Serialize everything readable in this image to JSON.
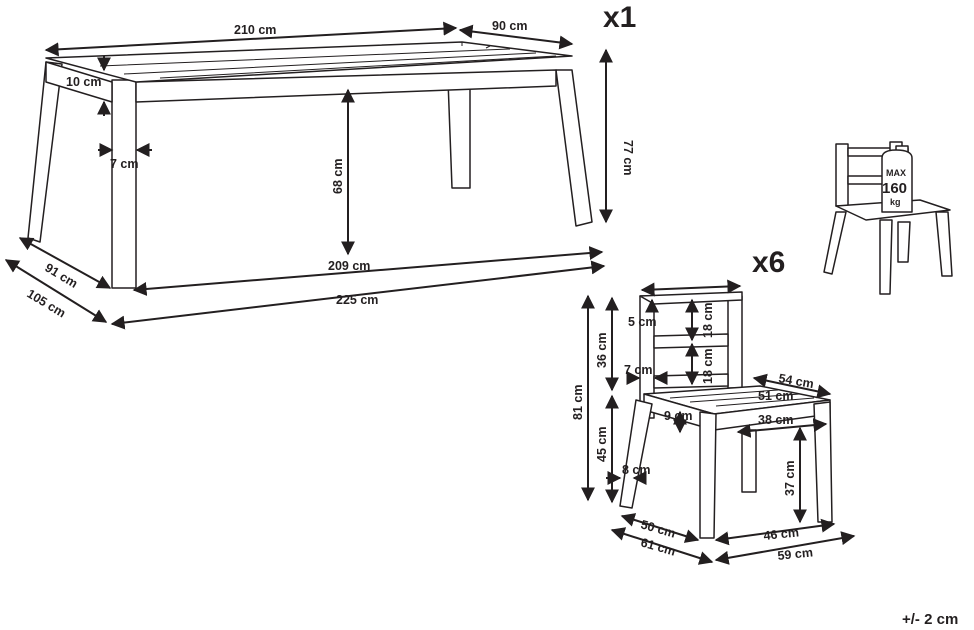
{
  "table": {
    "quantity": "x1",
    "dims": {
      "length_top": "210 cm",
      "width_top": "90 cm",
      "apron": "10 cm",
      "leg": "7 cm",
      "clearance": "68 cm",
      "height": "77 cm",
      "depth_inner": "91 cm",
      "depth_outer": "105 cm",
      "length_inner": "209 cm",
      "length_outer": "225 cm"
    }
  },
  "chair": {
    "quantity": "x6",
    "max_load": {
      "line1": "MAX",
      "line2": "160",
      "line3": "kg"
    },
    "dims": {
      "back_top": "5 cm",
      "back_slat_upper": "18 cm",
      "back_slat_lower": "18 cm",
      "back_height": "36 cm",
      "total_height": "81 cm",
      "back_leg": "7 cm",
      "seat_depth_outer": "54 cm",
      "seat_depth_inner": "51 cm",
      "apron": "9 cm",
      "seat_width_inner": "38 cm",
      "seat_height": "45 cm",
      "leg": "8 cm",
      "under_seat": "37 cm",
      "width_inner": "50 cm",
      "width_outer": "61 cm",
      "depth_inner": "46 cm",
      "depth_outer": "59 cm"
    }
  },
  "tolerance": "+/- 2 cm"
}
